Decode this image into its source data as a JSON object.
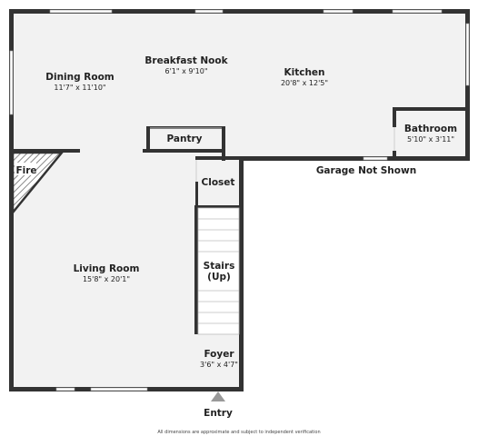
{
  "rooms": {
    "dining_room": {
      "name": "Dining Room",
      "dim": "11'7\" x 11'10\""
    },
    "breakfast_nook": {
      "name": "Breakfast Nook",
      "dim": "6'1\" x 9'10\""
    },
    "kitchen": {
      "name": "Kitchen",
      "dim": "20'8\" x 12'5\""
    },
    "bathroom": {
      "name": "Bathroom",
      "dim": "5'10\" x 3'11\""
    },
    "pantry": {
      "name": "Pantry"
    },
    "closet": {
      "name": "Closet"
    },
    "fire": {
      "name": "Fire"
    },
    "living_room": {
      "name": "Living Room",
      "dim": "15'8\" x 20'1\""
    },
    "stairs": {
      "name": "Stairs",
      "sub": "(Up)"
    },
    "foyer": {
      "name": "Foyer",
      "dim": "3'6\" x 4'7\""
    }
  },
  "labels": {
    "garage": "Garage Not Shown",
    "entry": "Entry",
    "disclaimer": "All dimensions are approximate and subject to independent verification"
  },
  "colors": {
    "wall": "#333333",
    "floor": "#f2f2f2",
    "window": "#ffffff",
    "entry_marker": "#999999"
  }
}
